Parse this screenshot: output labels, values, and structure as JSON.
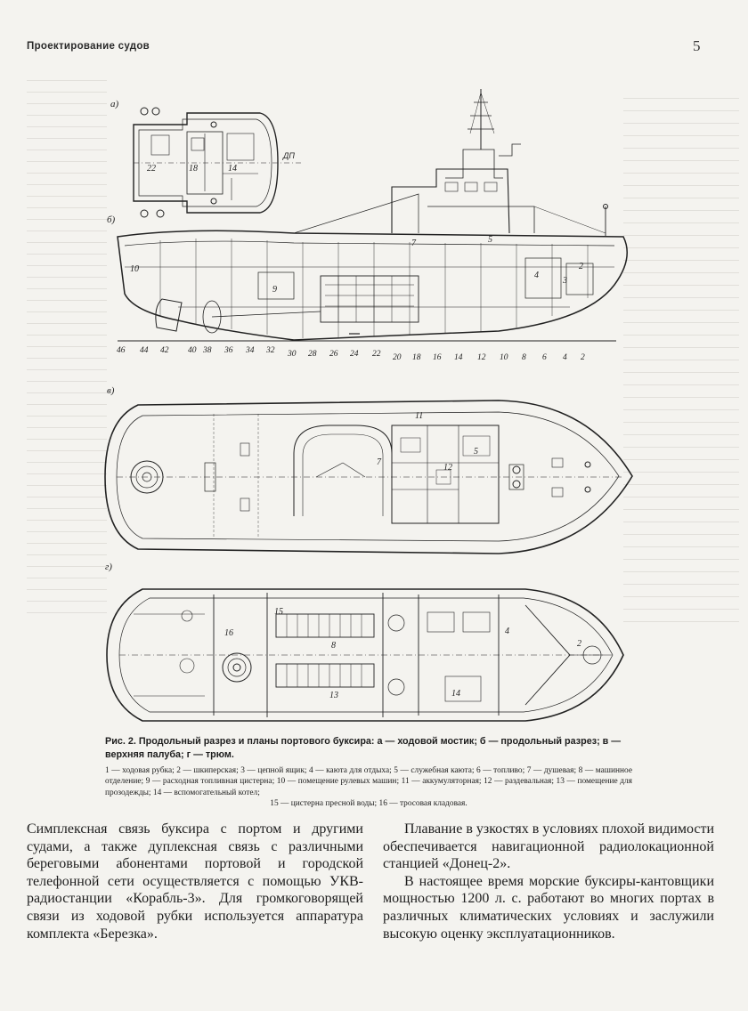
{
  "header": {
    "running_title": "Проектирование судов",
    "page_number": "5"
  },
  "figure": {
    "panel_labels": [
      "а)",
      "б)",
      "в)",
      "г)"
    ],
    "centerline_label": "ДП",
    "station_numbers": [
      "46",
      "44",
      "42",
      "40",
      "38",
      "36",
      "34",
      "32",
      "30",
      "28",
      "26",
      "24",
      "22",
      "20",
      "18",
      "16",
      "14",
      "12",
      "10",
      "8",
      "6",
      "4",
      "2"
    ],
    "view_a_labels": [
      "22",
      "18",
      "14"
    ],
    "view_b_labels": [
      "10",
      "9",
      "7",
      "5",
      "4",
      "2",
      "3"
    ],
    "view_v_labels": [
      "11",
      "7",
      "5",
      "12"
    ],
    "view_g_labels": [
      "15",
      "16",
      "8",
      "13",
      "14",
      "4",
      "2"
    ],
    "caption": "Рис. 2. Продольный разрез и планы портового буксира: а — ходовой мостик; б — продольный разрез; в — верхняя палуба; г — трюм.",
    "legend_text": "1 — ходовая рубка; 2 — шкиперская; 3 — цепной ящик; 4 — каюта для отдыха; 5 — служебная каюта; 6 — топливо; 7 — душевая; 8 — машинное отделение; 9 — расходная топливная цистерна; 10 — помещение рулевых машин; 11 — аккумуляторная; 12 — раздевальная; 13 — помещение для прозодежды; 14 — вспомогательный котел;",
    "legend_last": "15 — цистерна пресной воды; 16 — тросовая кладовая."
  },
  "body": {
    "left_paragraph": "Симплексная связь буксира с портом и другими судами, а также дуплексная связь с различными береговыми абонентами портовой и городской телефонной сети осуществляется с помощью УКВ-радиостанции «Корабль-3». Для громкоговорящей связи из ходовой рубки используется аппаратура комплекта «Березка».",
    "right_paragraph_1": "Плавание в узкостях в условиях плохой видимости обеспечивается навигационной радиолокационной станцией «Донец-2».",
    "right_paragraph_2": "В настоящее время морские буксиры-кантовщики мощностью 1200 л. с. работают во многих портах в различных климатических условиях и заслужили высокую оценку эксплуатационников."
  },
  "colors": {
    "ink": "#1d1d1d",
    "paper": "#f4f3ef"
  }
}
